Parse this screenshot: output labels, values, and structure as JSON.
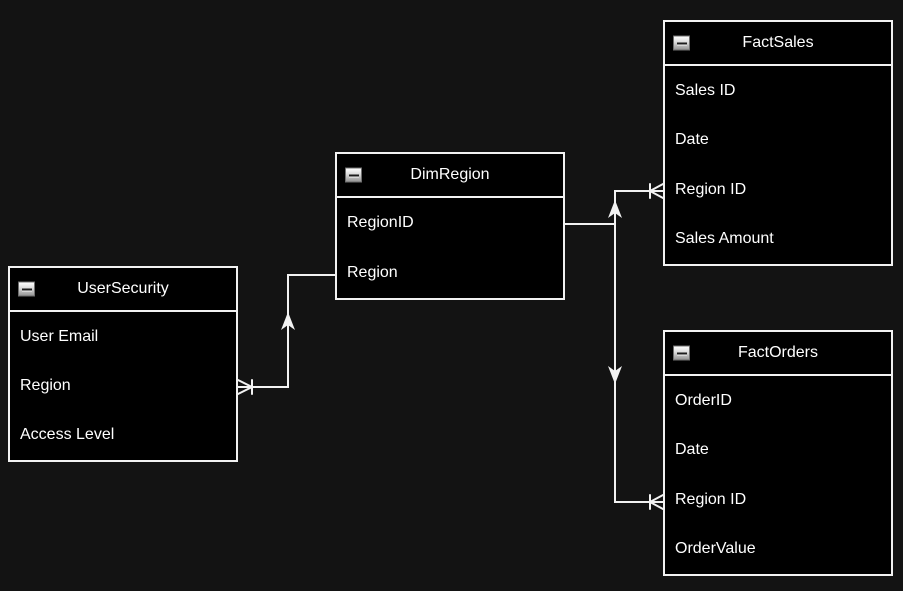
{
  "diagram": {
    "type": "entity-relationship",
    "background_color": "#131313",
    "entity_fill_color": "#000000",
    "entity_border_color": "#f2f2f2",
    "line_color": "#f2f2f2",
    "text_color": "#ffffff",
    "collapse_icon": "minus"
  },
  "entities": [
    {
      "title": "UserSecurity",
      "collapse_button": "minus",
      "fields": [
        "User Email",
        "Region",
        "Access Level"
      ]
    },
    {
      "title": "DimRegion",
      "collapse_button": "minus",
      "fields": [
        "RegionID",
        "Region"
      ]
    },
    {
      "title": "FactSales",
      "collapse_button": "minus",
      "fields": [
        "Sales ID",
        "Date",
        "Region ID",
        "Sales Amount"
      ]
    },
    {
      "title": "FactOrders",
      "collapse_button": "minus",
      "fields": [
        "OrderID",
        "Date",
        "Region ID",
        "OrderValue"
      ]
    }
  ],
  "relationships": [
    {
      "from_entity": "UserSecurity",
      "from_field": "Region",
      "to_entity": "DimRegion",
      "to_field": "Region",
      "many_end": "UserSecurity",
      "arrow_points_to": "DimRegion"
    },
    {
      "from_entity": "DimRegion",
      "from_field": "RegionID",
      "to_entity": "FactSales",
      "to_field": "Region ID",
      "many_end": "FactSales",
      "arrow_points_to": "FactSales"
    },
    {
      "from_entity": "DimRegion",
      "from_field": "RegionID",
      "to_entity": "FactOrders",
      "to_field": "Region ID",
      "many_end": "FactOrders",
      "arrow_points_to": "FactOrders"
    }
  ]
}
